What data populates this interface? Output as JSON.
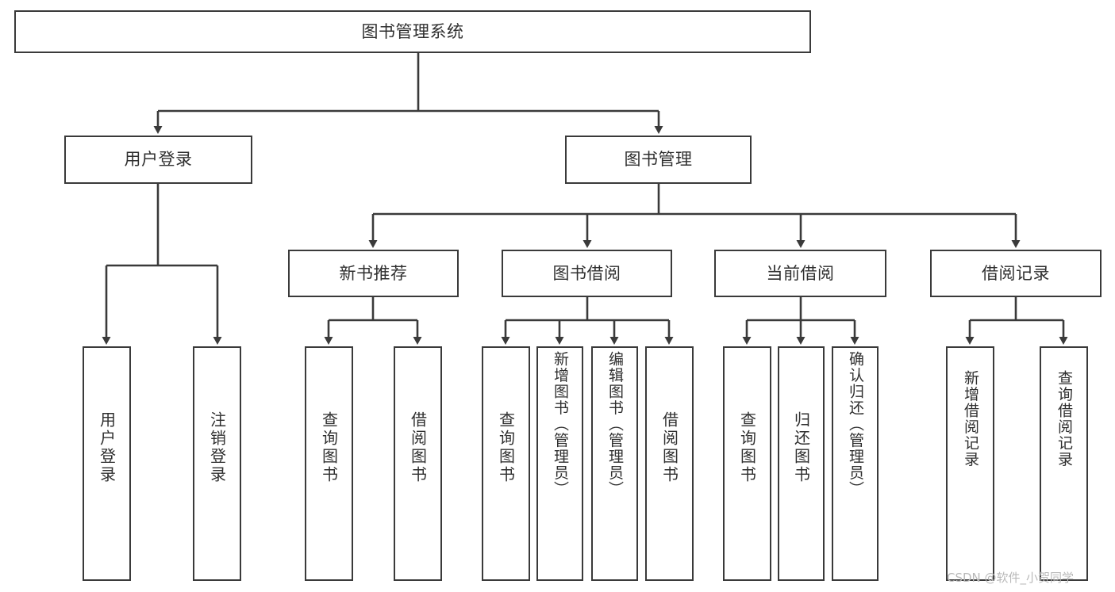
{
  "diagram": {
    "title": "图书管理系统",
    "type": "tree",
    "root": {
      "label": "图书管理系统"
    },
    "level2": [
      {
        "label": "用户登录"
      },
      {
        "label": "图书管理"
      }
    ],
    "level3": [
      {
        "label": "新书推荐"
      },
      {
        "label": "图书借阅"
      },
      {
        "label": "当前借阅"
      },
      {
        "label": "借阅记录"
      }
    ],
    "leaves": {
      "user_login": [
        {
          "label": "用户登录"
        },
        {
          "label": "注销登录"
        }
      ],
      "new_book_recommend": [
        {
          "label": "查询图书"
        },
        {
          "label": "借阅图书"
        }
      ],
      "book_borrow": [
        {
          "label": "查询图书"
        },
        {
          "label": "新增图书（管理员）"
        },
        {
          "label": "编辑图书（管理员）"
        },
        {
          "label": "借阅图书"
        }
      ],
      "current_borrow": [
        {
          "label": "查询图书"
        },
        {
          "label": "归还图书"
        },
        {
          "label": "确认归还（管理员）"
        }
      ],
      "borrow_record": [
        {
          "label": "新增借阅记录"
        },
        {
          "label": "查询借阅记录"
        }
      ]
    }
  },
  "watermark": {
    "text": "CSDN @软件_小贺同学"
  },
  "colors": {
    "border": "#3a3a3a",
    "text": "#2f2f2f",
    "background": "#ffffff",
    "watermark": "#b9b9b9"
  }
}
